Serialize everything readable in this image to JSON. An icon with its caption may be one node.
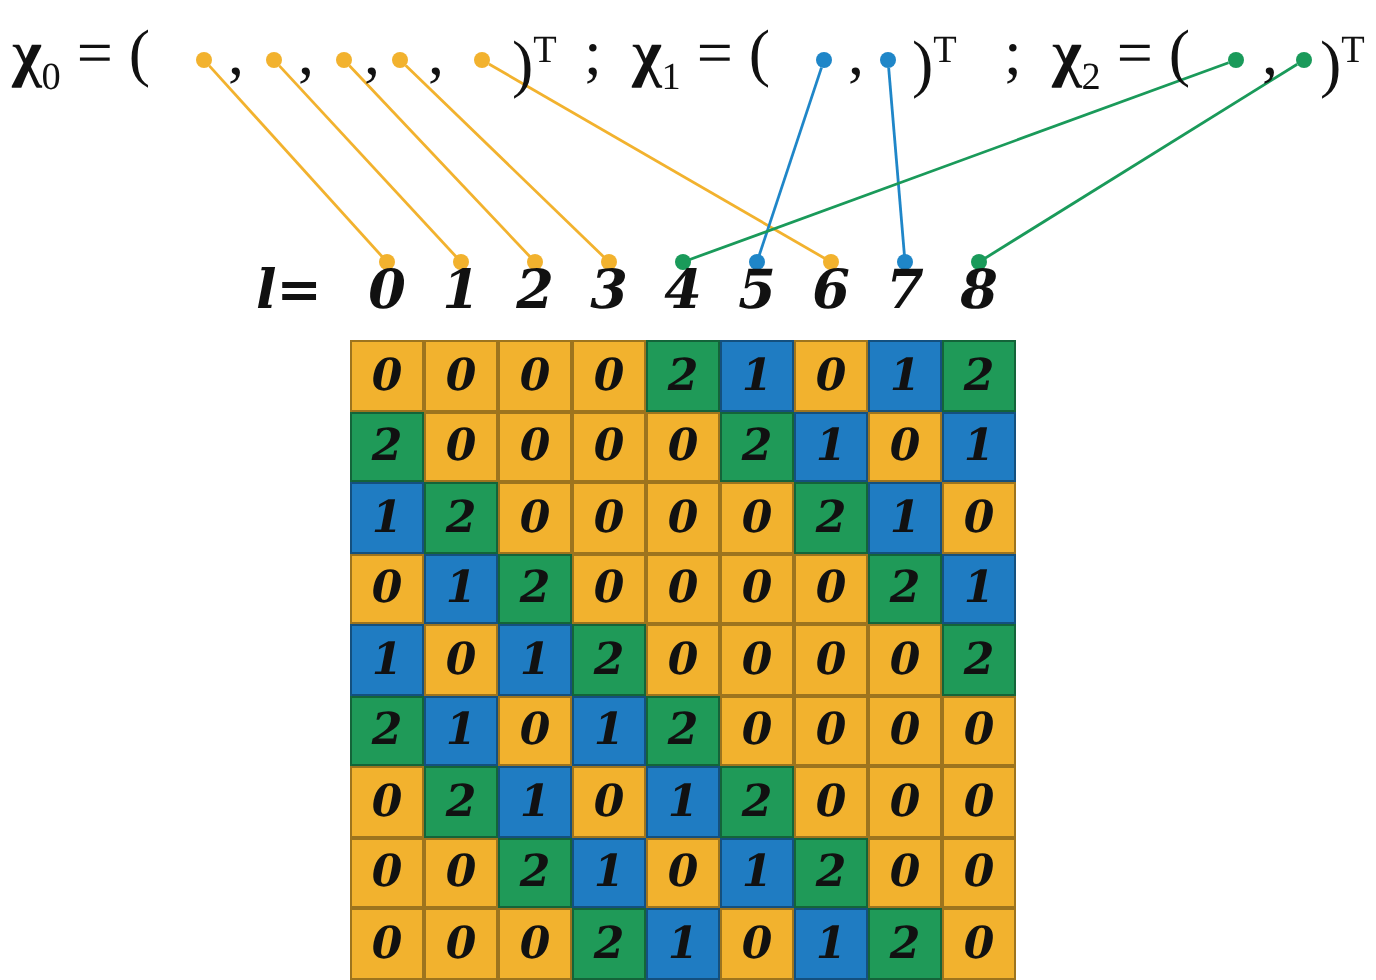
{
  "diagram": {
    "nodes": [
      {
        "text": [],
        "shape": "circle"
      },
      {
        "text": [],
        "shape": "circle"
      },
      {
        "text": [],
        "shape": "circle"
      },
      {
        "text": [],
        "shape": "circle"
      },
      {
        "text": [],
        "shape": "circle"
      },
      {
        "text": [],
        "shape": "circle"
      },
      {
        "text": [],
        "shape": "circle"
      },
      {
        "text": [],
        "shape": "circle"
      },
      {
        "text": [],
        "shape": "circle"
      },
      {
        "text": [
          "0"
        ]
      },
      {
        "text": [
          "1"
        ]
      },
      {
        "text": [
          "2"
        ]
      },
      {
        "text": [
          "3"
        ]
      },
      {
        "text": [
          "4"
        ]
      },
      {
        "text": [
          "5"
        ]
      },
      {
        "text": [
          "6"
        ]
      },
      {
        "text": [
          "7"
        ]
      },
      {
        "text": [
          "8"
        ]
      }
    ],
    "edges": [
      {
        "from": 0,
        "to": 9,
        "arrow": "other"
      },
      {
        "from": 1,
        "to": 10,
        "arrow": "other"
      },
      {
        "from": 2,
        "to": 11,
        "arrow": "other"
      },
      {
        "from": 3,
        "to": 12,
        "arrow": "other"
      },
      {
        "from": 4,
        "to": 15,
        "arrow": "other"
      },
      {
        "from": 5,
        "to": 14,
        "arrow": "other",
        "color": "#1f86c8"
      },
      {
        "from": 6,
        "to": 16,
        "arrow": "other",
        "color": "#1f86c8"
      },
      {
        "from": 7,
        "to": 13,
        "arrow": "other",
        "color": "#1a9a5a"
      },
      {
        "from": 8,
        "to": 17,
        "arrow": "other",
        "color": "#1a9a5a"
      }
    ],
    "labels": [
      "**χ**$_{0}$ = (",
      ",",
      ",",
      ",",
      ",",
      ")$^{T}$",
      ";",
      "**χ**$_{1}$ = (",
      ",",
      ")$^{T}$",
      ";",
      "**χ**$_{2}$ = (",
      ",",
      ")$^{T}$",
      "l=",
      "0",
      "0",
      "0",
      "0",
      "2",
      "1",
      "0",
      "1",
      "2",
      "2",
      "0",
      "0",
      "0",
      "0",
      "2",
      "1",
      "0",
      "1",
      "1",
      "2",
      "0",
      "0",
      "0",
      "0",
      "2",
      "1",
      "0",
      "0",
      "1",
      "2",
      "0",
      "0",
      "0",
      "0",
      "2",
      "1",
      "1",
      "0",
      "1",
      "2",
      "0",
      "0",
      "0",
      "0",
      "2",
      "2",
      "1",
      "0",
      "1",
      "2",
      "0",
      "0",
      "0",
      "0",
      "0",
      "2",
      "1",
      "0",
      "1",
      "2",
      "0",
      "0",
      "0",
      "0",
      "0",
      "2",
      "1",
      "0",
      "1",
      "2",
      "0",
      "0",
      "0",
      "0",
      "0",
      "2",
      "1",
      "0",
      "1",
      "2",
      "0"
    ]
  }
}
